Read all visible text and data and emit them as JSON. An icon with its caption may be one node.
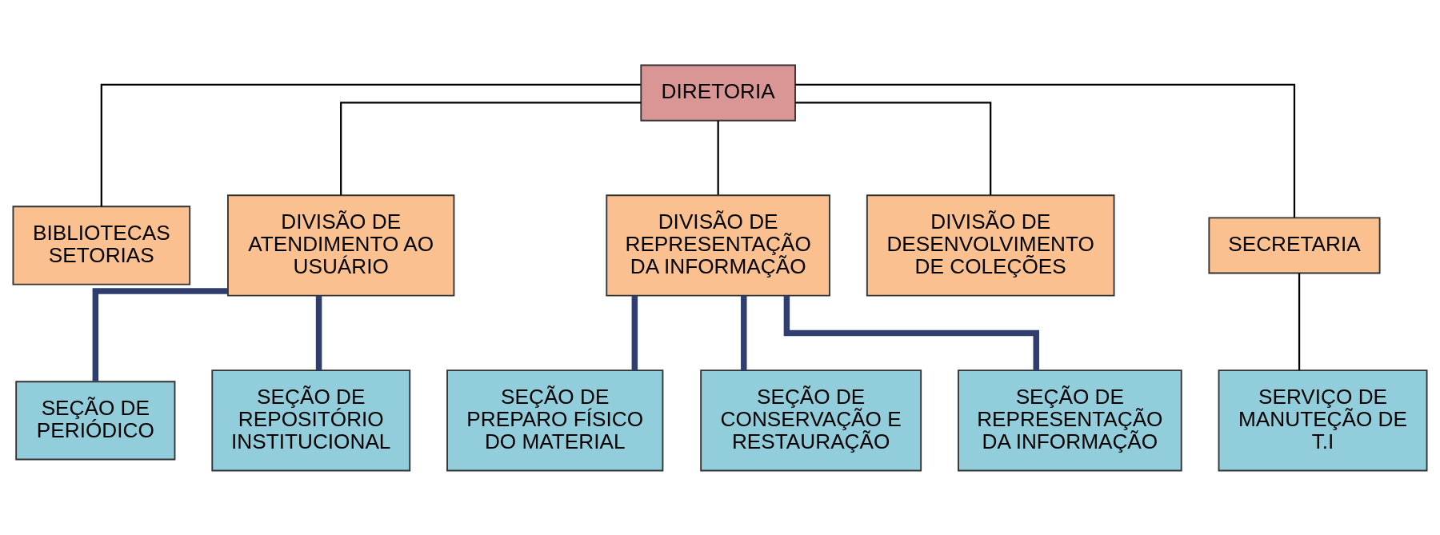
{
  "diagram": {
    "nodes": [
      {
        "text": [
          "DIRETORIA"
        ]
      },
      {
        "text": [
          "BIBLIOTECAS SETORIAS"
        ]
      },
      {
        "text": [
          "DIVISÃO DE ATENDIMENTO AO USUÁRIO"
        ]
      },
      {
        "text": [
          "DIVISÃO DE REPRESENTAÇÃO DA INFORMAÇÃO"
        ]
      },
      {
        "text": [
          "DIVISÃO DE DESENVOLVIMENTO DE COLEÇÕES"
        ]
      },
      {
        "text": [
          "SECRETARIA"
        ]
      },
      {
        "text": [
          "SEÇÃO DE PERIÓDICO"
        ]
      },
      {
        "text": [
          "SEÇÃO DE REPOSITÓRIO INSTITUCIONAL"
        ]
      },
      {
        "text": [
          "SEÇÃO DE PREPARO FÍSICO DO MATERIAL"
        ]
      },
      {
        "text": [
          "SEÇÃO DE CONSERVAÇÃO E RESTAURAÇÃO"
        ]
      },
      {
        "text": [
          "SEÇÃO DE REPRESENTAÇÃO DA INFORMAÇÃO"
        ]
      },
      {
        "text": [
          "SERVIÇO DE MANUTEÇÃO DE T.I"
        ]
      }
    ],
    "edges": [
      {
        "from": 0,
        "to": 1,
        "arrow": "none"
      },
      {
        "from": 0,
        "to": 2,
        "arrow": "none"
      },
      {
        "from": 0,
        "to": 3,
        "arrow": "none"
      },
      {
        "from": 0,
        "to": 4,
        "arrow": "none"
      },
      {
        "from": 0,
        "to": 5,
        "arrow": "none"
      },
      {
        "from": 2,
        "to": 6,
        "arrow": "none",
        "style": "thick",
        "color": "#2f3e6e"
      },
      {
        "from": 2,
        "to": 7,
        "arrow": "none",
        "style": "thick",
        "color": "#2f3e6e"
      },
      {
        "from": 3,
        "to": 8,
        "arrow": "none",
        "style": "thick",
        "color": "#2f3e6e"
      },
      {
        "from": 3,
        "to": 9,
        "arrow": "none",
        "style": "thick",
        "color": "#2f3e6e"
      },
      {
        "from": 3,
        "to": 10,
        "arrow": "none",
        "style": "thick",
        "color": "#2f3e6e"
      },
      {
        "from": 5,
        "to": 11,
        "arrow": "none"
      }
    ]
  }
}
